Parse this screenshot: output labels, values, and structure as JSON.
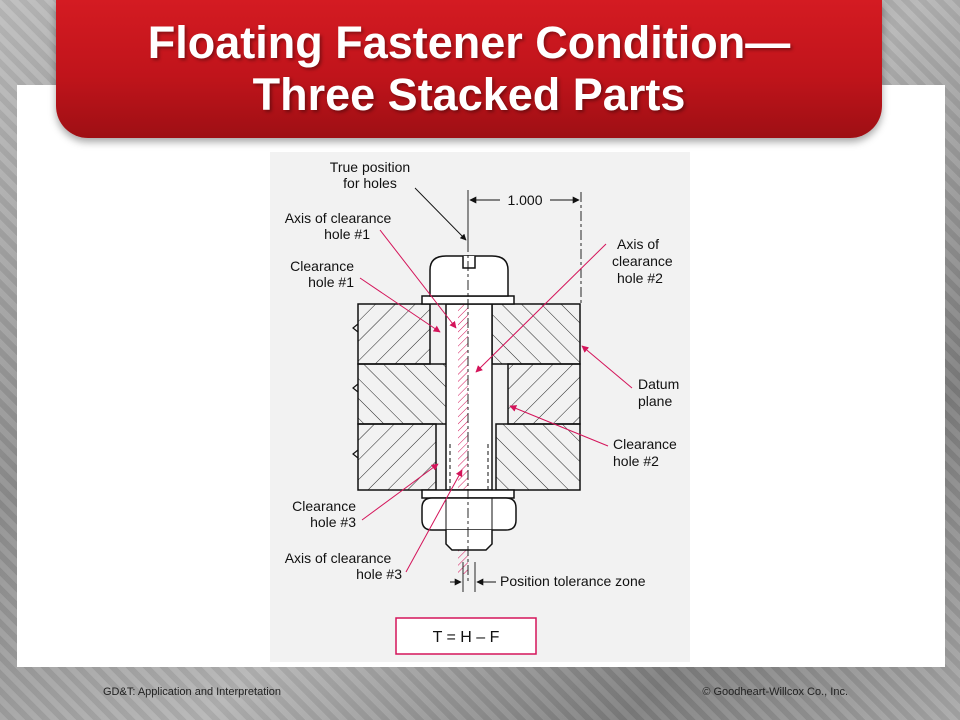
{
  "slide": {
    "title_line1": "Floating Fastener Condition—",
    "title_line2": "Three Stacked Parts"
  },
  "figure": {
    "labels": {
      "true_position_l1": "True position",
      "true_position_l2": "for holes",
      "dimension": "1.000",
      "axis_hole1_l1": "Axis of clearance",
      "axis_hole1_l2": "hole #1",
      "clearance_hole1_l1": "Clearance",
      "clearance_hole1_l2": "hole #1",
      "axis_hole2_l1": "Axis of",
      "axis_hole2_l2": "clearance",
      "axis_hole2_l3": "hole #2",
      "datum_l1": "Datum",
      "datum_l2": "plane",
      "clearance_hole2_l1": "Clearance",
      "clearance_hole2_l2": "hole #2",
      "clearance_hole3_l1": "Clearance",
      "clearance_hole3_l2": "hole #3",
      "axis_hole3_l1": "Axis of clearance",
      "axis_hole3_l2": "hole #3",
      "position_tolerance_zone": "Position tolerance zone",
      "formula": "T = H – F"
    },
    "leader_color": "#d4145a"
  },
  "footer": {
    "left": "GD&T: Application and Interpretation",
    "right": "© Goodheart-Willcox Co., Inc."
  }
}
